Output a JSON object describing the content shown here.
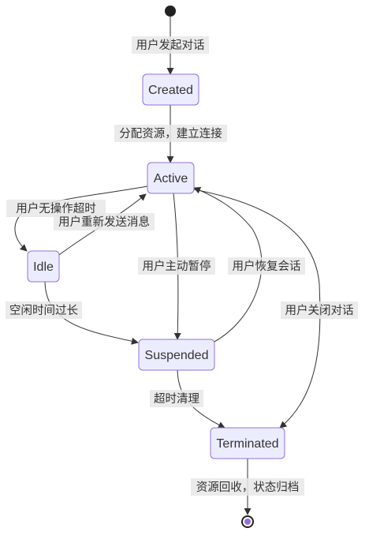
{
  "states": {
    "created": "Created",
    "active": "Active",
    "idle": "Idle",
    "suspended": "Suspended",
    "terminated": "Terminated"
  },
  "transitions": {
    "start_to_created": "用户发起对话",
    "created_to_active": "分配资源，建立连接",
    "active_to_idle": "用户无操作超时",
    "idle_to_active": "用户重新发送消息",
    "active_to_suspended": "用户主动暂停",
    "suspended_to_active": "用户恢复会话",
    "idle_to_suspended": "空闲时间过长",
    "active_to_terminated": "用户关闭对话",
    "suspended_to_terminated": "超时清理",
    "terminated_to_end": "资源回收，状态归档"
  },
  "colors": {
    "state_fill": "#ECECFF",
    "state_stroke": "#9370DB",
    "line": "#333333",
    "label_bg": "#E8E8E8"
  }
}
